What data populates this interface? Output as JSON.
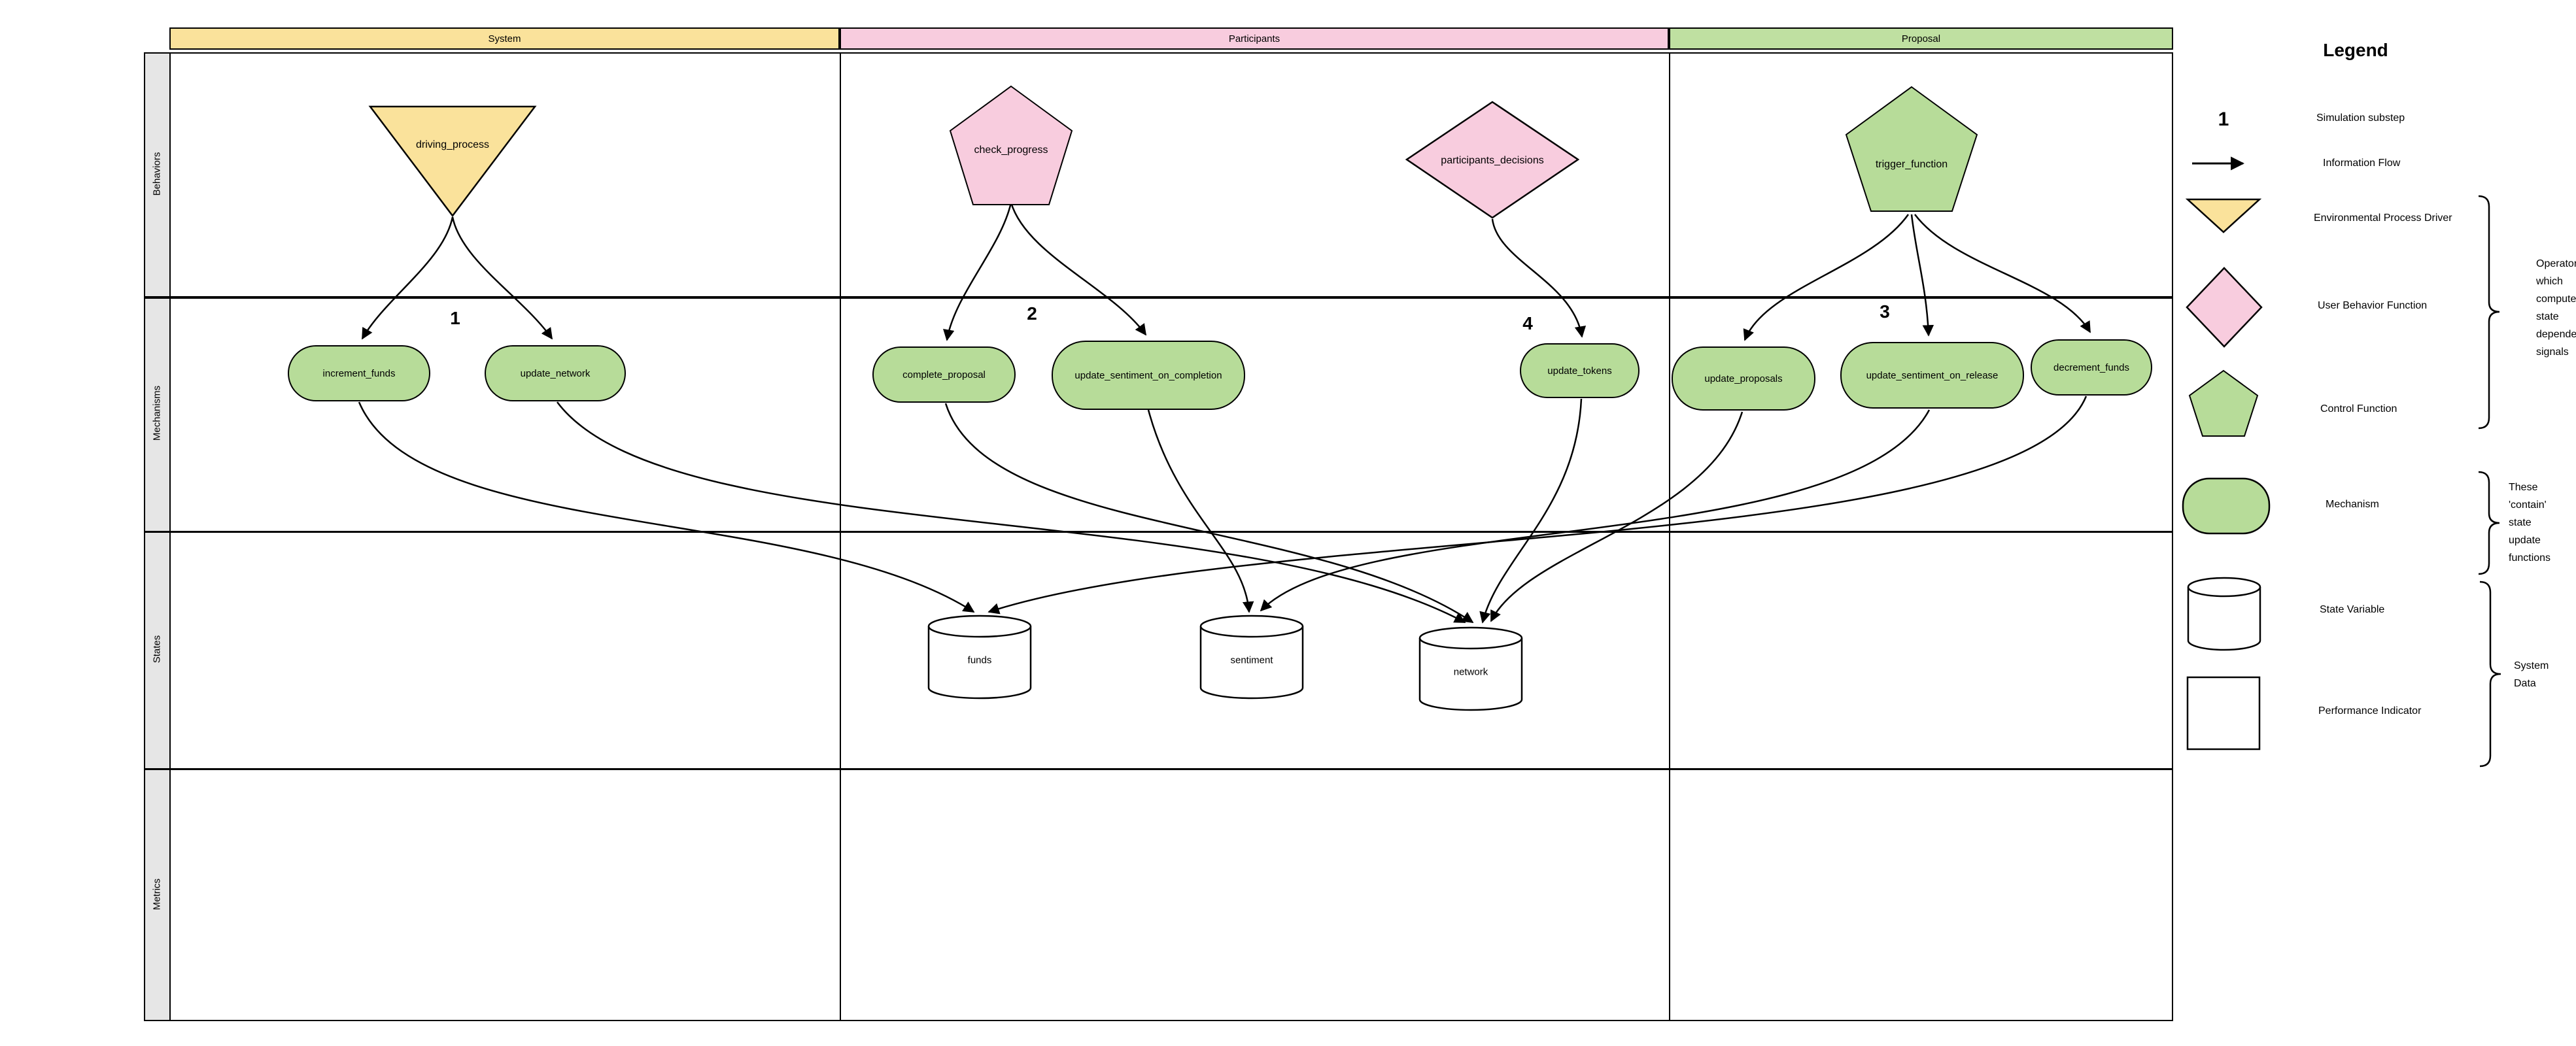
{
  "diagram": {
    "columns": [
      {
        "label": "System",
        "color": "#FAE29B"
      },
      {
        "label": "Participants",
        "color": "#F8CCDE"
      },
      {
        "label": "Proposal",
        "color": "#BFE0A1"
      }
    ],
    "rows": [
      {
        "label": "Behaviors"
      },
      {
        "label": "Mechanisms"
      },
      {
        "label": "States"
      },
      {
        "label": "Metrics"
      }
    ],
    "behaviors": [
      {
        "label": "driving_process",
        "shape": "inverted-triangle",
        "color": "#FAE29B",
        "column": "System"
      },
      {
        "label": "check_progress",
        "shape": "pentagon",
        "color": "#F8CCDE",
        "column": "Participants"
      },
      {
        "label": "participants_decisions",
        "shape": "diamond",
        "color": "#F8CCDE",
        "column": "Participants"
      },
      {
        "label": "trigger_function",
        "shape": "pentagon",
        "color": "#B7DC99",
        "column": "Proposal"
      }
    ],
    "substeps": [
      "1",
      "2",
      "4",
      "3"
    ],
    "mechanisms": [
      {
        "label": "increment_funds"
      },
      {
        "label": "update_network"
      },
      {
        "label": "complete_proposal"
      },
      {
        "label": "update_sentiment_on_completion"
      },
      {
        "label": "update_tokens"
      },
      {
        "label": "update_proposals"
      },
      {
        "label": "update_sentiment_on_release"
      },
      {
        "label": "decrement_funds"
      }
    ],
    "mechanism_color": "#B7DC99",
    "states": [
      {
        "label": "funds"
      },
      {
        "label": "sentiment"
      },
      {
        "label": "network"
      }
    ]
  },
  "legend": {
    "title": "Legend",
    "items": [
      {
        "swatch": "number-1",
        "label": "Simulation substep",
        "symbol": "1"
      },
      {
        "swatch": "arrow",
        "label": "Information Flow"
      },
      {
        "swatch": "yellow-inverted-triangle",
        "label": "Environmental Process Driver"
      },
      {
        "swatch": "pink-diamond",
        "label": "User Behavior Function"
      },
      {
        "swatch": "green-pentagon",
        "label": "Control Function"
      },
      {
        "swatch": "green-rounded-rect",
        "label": "Mechanism"
      },
      {
        "swatch": "cylinder",
        "label": "State Variable"
      },
      {
        "swatch": "square",
        "label": "Performance Indicator"
      }
    ],
    "annotations": [
      {
        "text": "Operators which compute state dependent signals"
      },
      {
        "text": "These 'contain' state update functions"
      },
      {
        "text": "System Data"
      }
    ]
  }
}
